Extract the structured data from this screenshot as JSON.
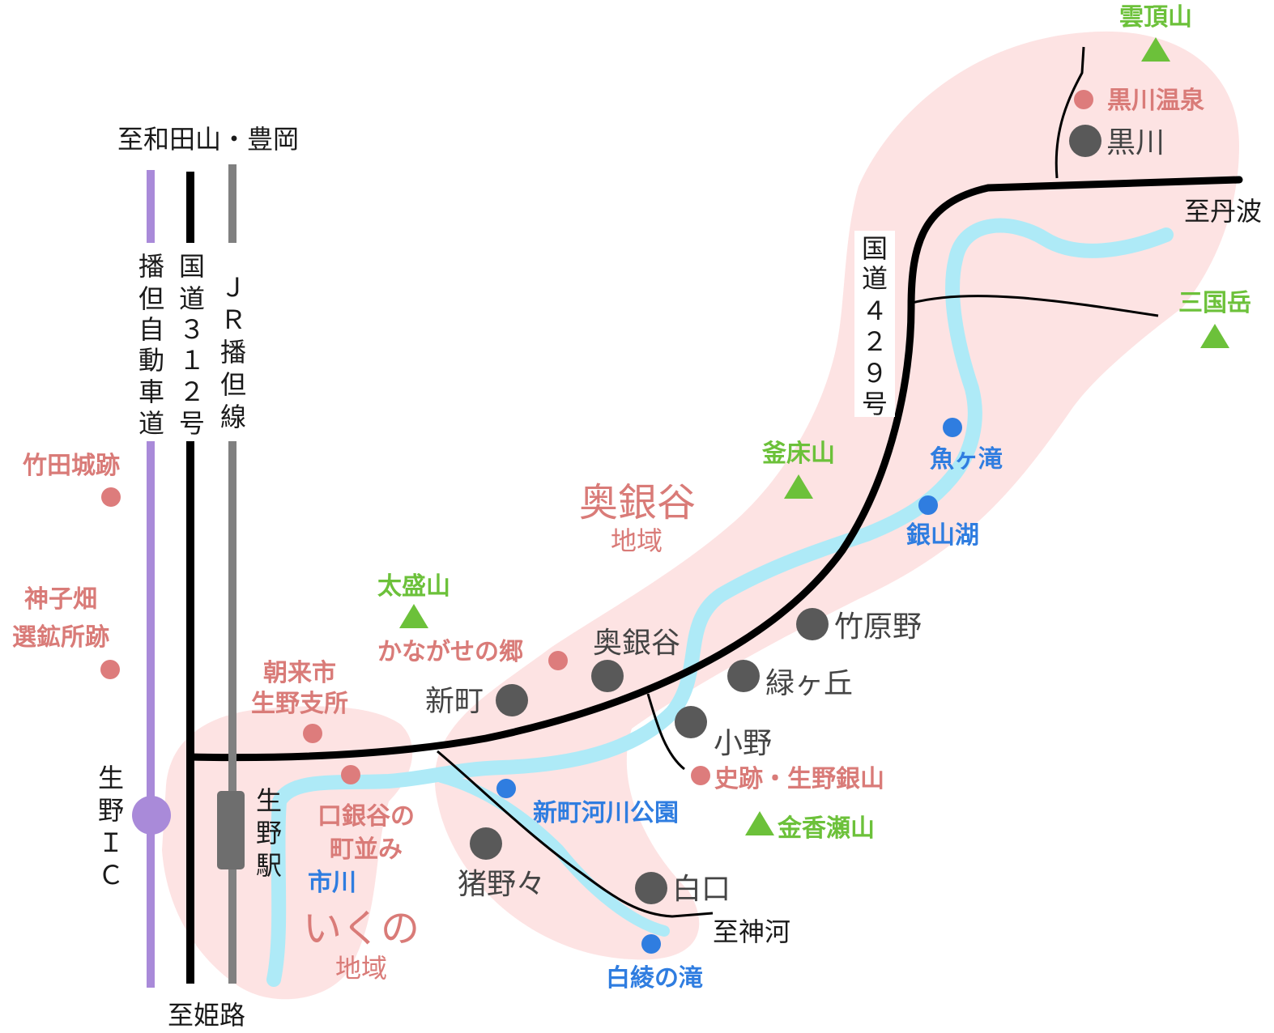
{
  "colors": {
    "region": "#fde3e3",
    "river": "#aeeaf7",
    "road": "#000000",
    "expressway": "#a98ad9",
    "railway": "#808080",
    "town_dot": "#595959",
    "site_dot": "#dd7c7c",
    "spot_dot": "#2f7de0",
    "mountain": "#6cc13a"
  },
  "directions": {
    "north": "至和田山・豊岡",
    "south": "至姫路",
    "east": "至丹波",
    "kamikawa": "至神河"
  },
  "routes": {
    "expressway": [
      "播",
      "但",
      "自",
      "動",
      "車",
      "道"
    ],
    "national_312": [
      "国",
      "道",
      "３",
      "１",
      "２",
      "号"
    ],
    "jr_line": [
      "Ｊ",
      "Ｒ",
      "播",
      "但",
      "線"
    ],
    "national_429": [
      "国",
      "道",
      "４",
      "２",
      "９",
      "号"
    ]
  },
  "regions": {
    "ikuno": {
      "name": "いくの",
      "sub": "地域"
    },
    "okuginda": {
      "name": "奥銀谷",
      "sub": "地域"
    }
  },
  "stations": {
    "ikuno_ic": [
      "生",
      "野",
      "Ｉ",
      "Ｃ"
    ],
    "ikuno_station": [
      "生",
      "野",
      "駅"
    ]
  },
  "towns": {
    "shinmachi": "新町",
    "okuginda": "奥銀谷",
    "takeharano": "竹原野",
    "midorigaoka": "緑ヶ丘",
    "ono": "小野",
    "inonono": "猪野々",
    "shirakuchi": "白口",
    "kurokawa": "黒川"
  },
  "sites": {
    "takeda_castle": "竹田城跡",
    "mikobata": [
      "神子畑",
      "選鉱所跡"
    ],
    "asago_office": [
      "朝来市",
      "生野支所"
    ],
    "kuchiginda": [
      "口銀谷の",
      "町並み"
    ],
    "kanagase": "かながせの郷",
    "ikuno_mine": "史跡・生野銀山",
    "kurokawa_onsen": "黒川温泉"
  },
  "mountains": {
    "unchozan": "雲頂山",
    "mikunidake": "三国岳",
    "kamatokozan": "釜床山",
    "taimoriyama": "太盛山",
    "kanagasezan": "金香瀬山"
  },
  "water": {
    "ichikawa": "市川",
    "shinmachi_park": "新町河川公園",
    "uogataki": "魚ヶ滝",
    "ginzanko": "銀山湖",
    "shiraaya_falls": "白綾の滝"
  }
}
